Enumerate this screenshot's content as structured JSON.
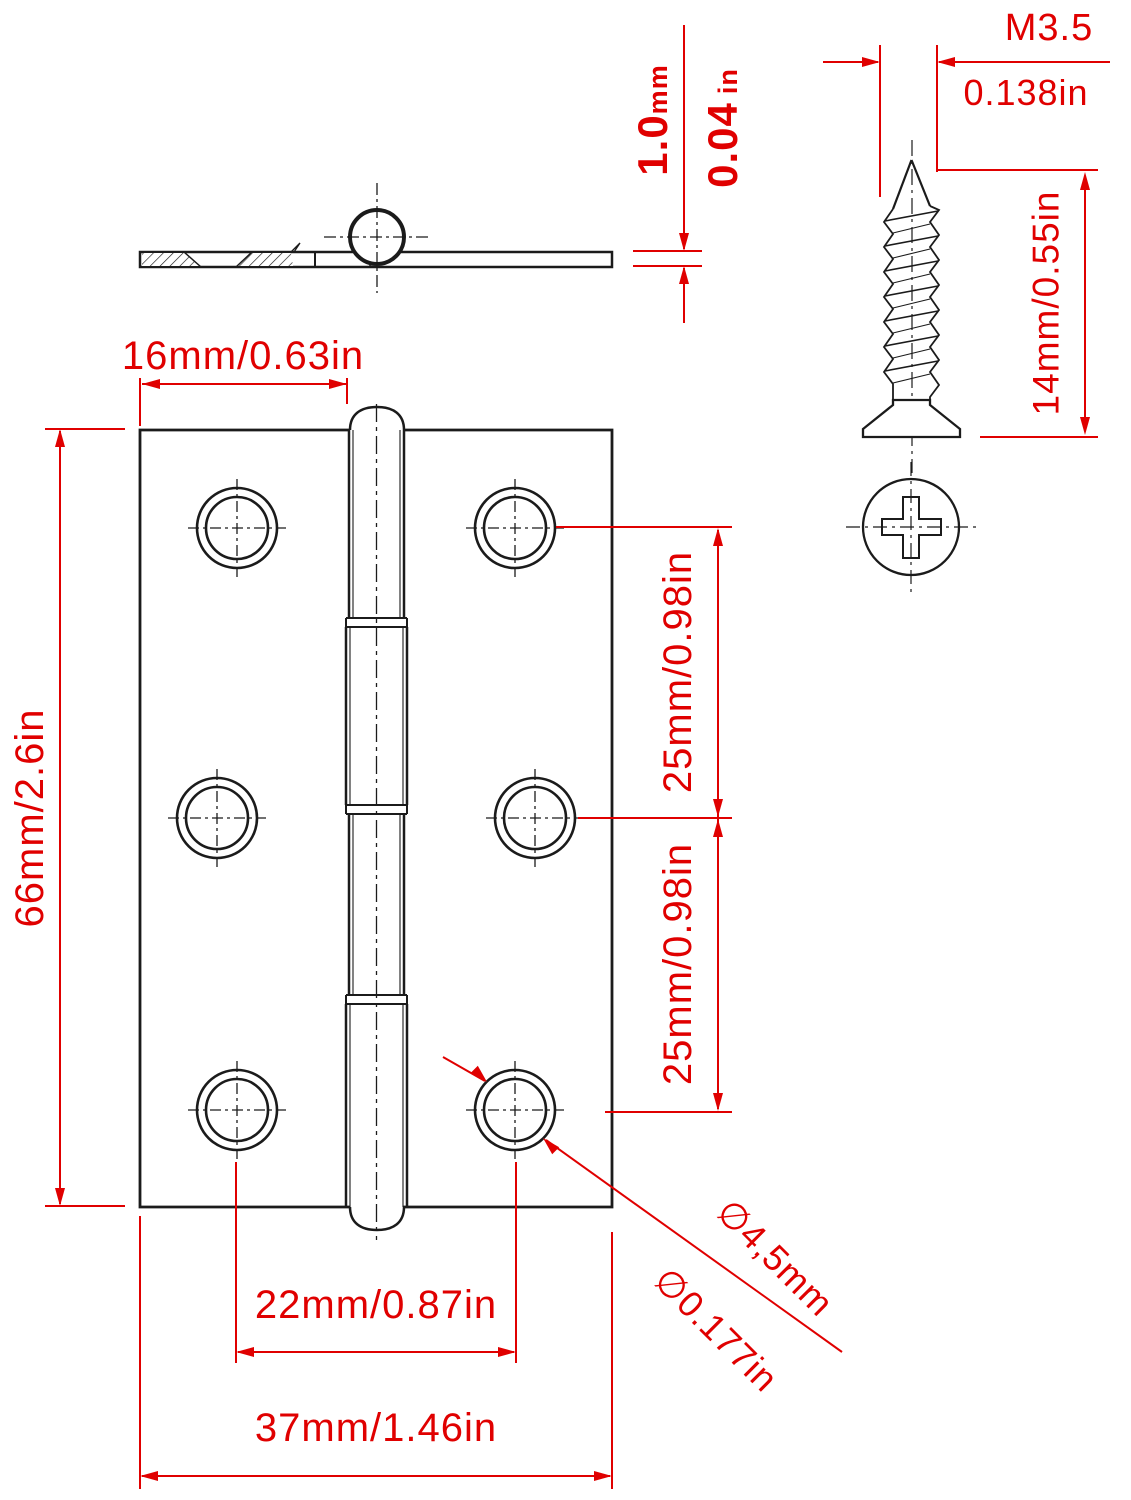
{
  "colors": {
    "dimension": "#e00000",
    "line": "#1b1b1b",
    "background": "#ffffff"
  },
  "side_view": {
    "thickness_mm_value": "1.0",
    "thickness_mm_unit": "mm",
    "thickness_in_value": "0.04",
    "thickness_in_unit": "in"
  },
  "front_view": {
    "leaf_width": "16mm/0.63in",
    "height": "66mm/2.6in",
    "hole_pitch_upper": "25mm/0.98in",
    "hole_pitch_lower": "25mm/0.98in",
    "hole_column_spacing": "22mm/0.87in",
    "open_width": "37mm/1.46in",
    "hole_diameter_mm": "∅4,5mm",
    "hole_diameter_in": "∅0.177in"
  },
  "screw_view": {
    "thread_size": "M3.5",
    "thread_size_in": "0.138in",
    "screw_length": "14mm/0.55in"
  }
}
